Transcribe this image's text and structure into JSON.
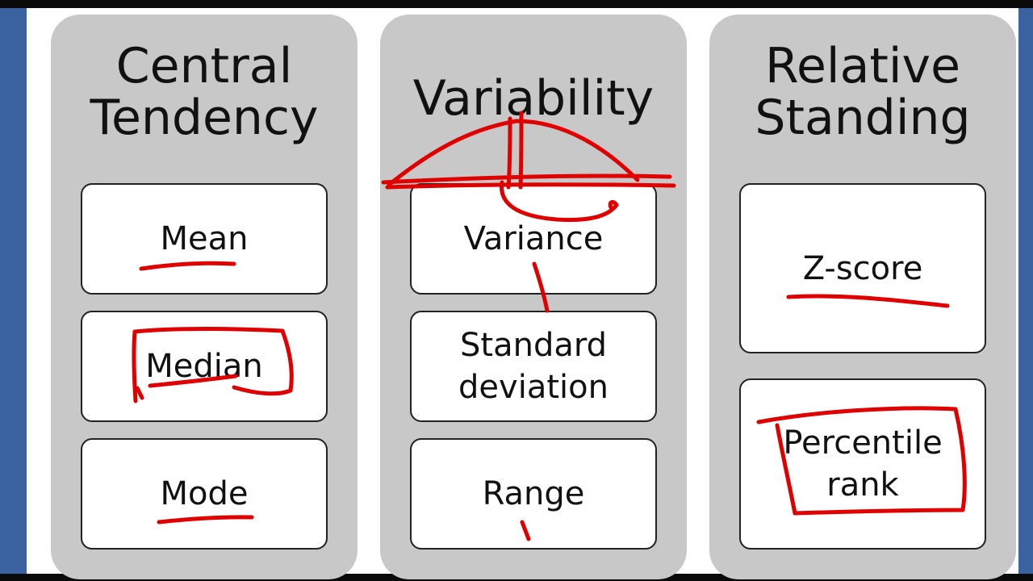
{
  "columns": [
    {
      "title": "Central\nTendency",
      "items": [
        "Mean",
        "Median",
        "Mode"
      ]
    },
    {
      "title": "Variability",
      "items": [
        "Variance",
        "Standard\ndeviation",
        "Range"
      ]
    },
    {
      "title": "Relative\nStanding",
      "items": [
        "Z-score",
        "Percentile\nrank"
      ]
    }
  ],
  "colors": {
    "panel": "#c8c8c8",
    "card": "#ffffff",
    "annotation": "#e00000",
    "side_bar": "#3a62a0"
  }
}
